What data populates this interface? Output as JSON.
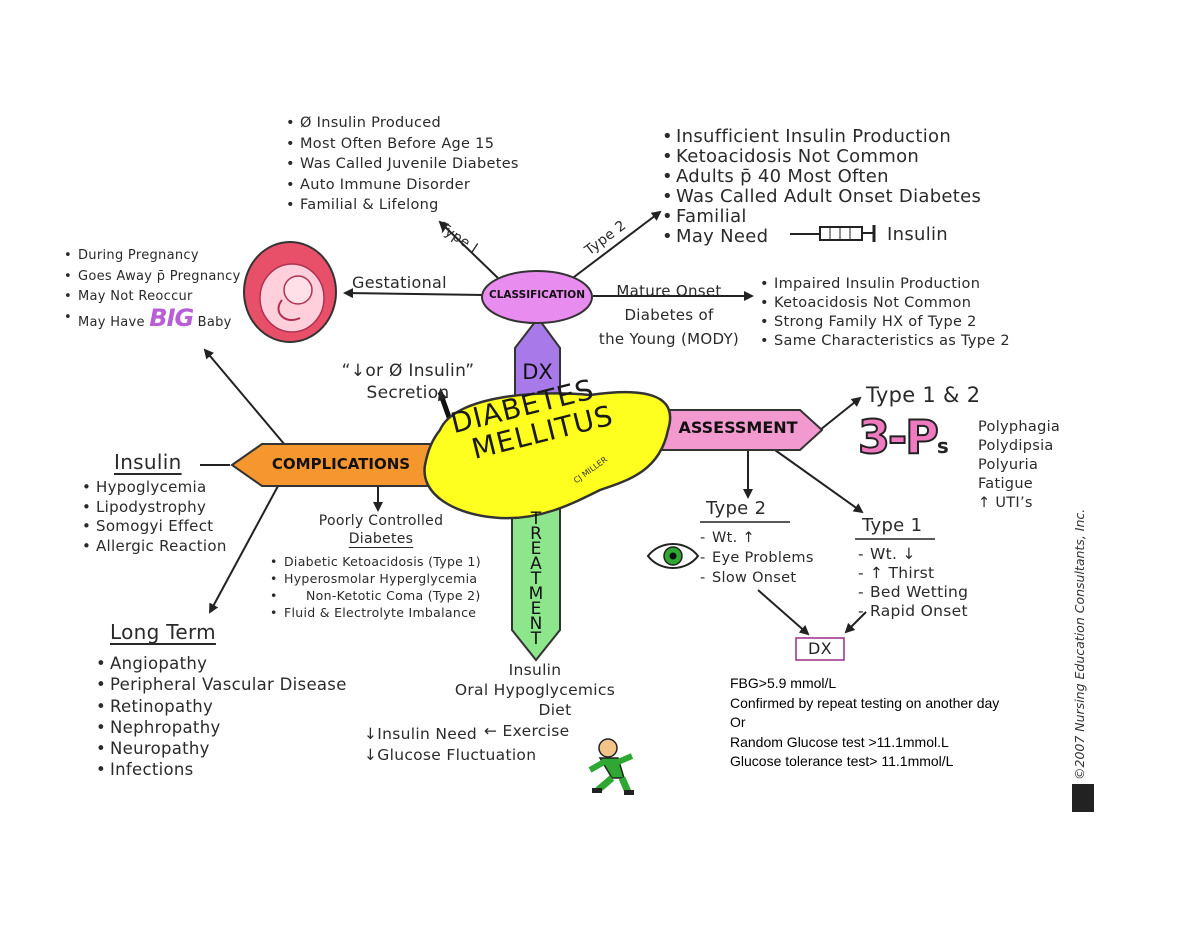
{
  "center": {
    "line1": "DIABETES",
    "line2": "MELLITUS",
    "signature": "CJ MILLER"
  },
  "branches": {
    "classification": "CLASSIFICATION",
    "assessment": "ASSESSMENT",
    "complications": "COMPLICATIONS",
    "dx": "DX",
    "treatment": "TREATMENT"
  },
  "secretion": {
    "line1": "“↓or Ø Insulin”",
    "line2": "Secretion"
  },
  "type1": {
    "label": "Type I",
    "items": [
      "Ø Insulin Produced",
      "Most Often Before Age 15",
      "Was Called Juvenile Diabetes",
      "Auto Immune Disorder",
      "Familial & Lifelong"
    ]
  },
  "type2": {
    "label": "Type 2",
    "items": [
      "Insufficient Insulin Production",
      "Ketoacidosis Not Common",
      "Adults p̄ 40 Most Often",
      "Was Called Adult Onset Diabetes",
      "Familial"
    ],
    "may_need": "May Need",
    "insulin": "Insulin"
  },
  "gestational": {
    "label": "Gestational",
    "items": [
      "During Pregnancy",
      "Goes Away p̄ Pregnancy",
      "May Not Reoccur"
    ],
    "big_prefix": "May Have",
    "big_word": "BIG",
    "big_suffix": "Baby"
  },
  "mody": {
    "line1": "Mature Onset",
    "line2": "Diabetes of",
    "line3": "the Young (MODY)",
    "items": [
      "Impaired Insulin Production",
      "Ketoacidosis Not Common",
      "Strong Family HX of Type 2",
      "Same Characteristics as Type 2"
    ]
  },
  "assessment_detail": {
    "heading": "Type 1 & 2",
    "three_ps": "3-P",
    "three_ps_suffix": "s",
    "symptoms": [
      "Polyphagia",
      "Polydipsia",
      "Polyuria",
      "Fatigue",
      "↑ UTI’s"
    ],
    "type2": {
      "label": "Type 2",
      "items": [
        "Wt. ↑",
        "Eye Problems",
        "Slow Onset"
      ]
    },
    "type1": {
      "label": "Type 1",
      "items": [
        "Wt. ↓",
        "↑ Thirst",
        "Bed Wetting",
        "Rapid Onset"
      ]
    },
    "dx": "DX"
  },
  "dx_notes": [
    "FBG>5.9 mmol/L",
    "Confirmed by repeat testing on another day",
    "Or",
    "Random Glucose test >11.1mmol.L",
    "Glucose tolerance test> 11.1mmol/L"
  ],
  "complications_detail": {
    "insulin": {
      "label": "Insulin",
      "items": [
        "Hypoglycemia",
        "Lipodystrophy",
        "Somogyi Effect",
        "Allergic Reaction"
      ]
    },
    "poor": {
      "line1": "Poorly Controlled",
      "line2": "Diabetes",
      "items": [
        "Diabetic Ketoacidosis (Type 1)",
        "Hyperosmolar Hyperglycemia",
        "Fluid & Electrolyte Imbalance"
      ],
      "item_cont": "Non-Ketotic Coma (Type 2)"
    },
    "long_term": {
      "label": "Long Term",
      "items": [
        "Angiopathy",
        "Peripheral Vascular Disease",
        "Retinopathy",
        "Nephropathy",
        "Neuropathy",
        "Infections"
      ]
    }
  },
  "treatment_detail": {
    "items": [
      "Insulin",
      "Oral Hypoglycemics",
      "Diet"
    ],
    "exercise": "← Exercise",
    "insulin_need": "↓Insulin Need",
    "glucose": "↓Glucose Fluctuation"
  },
  "copyright": "©2007 Nursing Education Consultants, Inc.",
  "colors": {
    "center": "#ffff1f",
    "classification": "#e98cf0",
    "assessment": "#f29ad0",
    "complications": "#f5962f",
    "dx": "#a879e8",
    "treatment": "#8ee68c"
  }
}
